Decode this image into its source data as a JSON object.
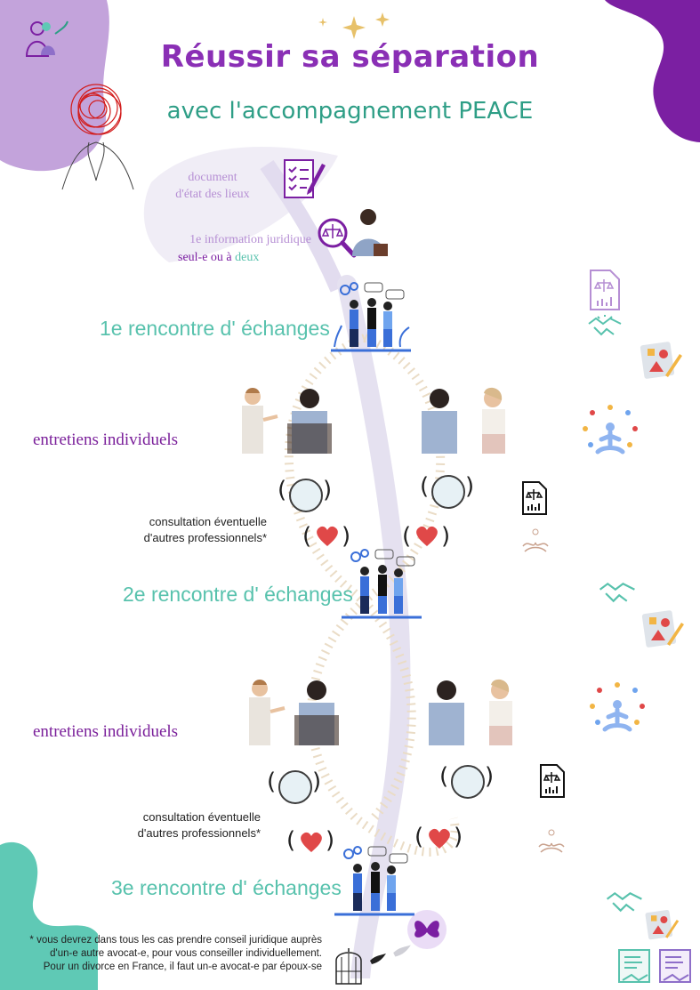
{
  "header": {
    "title": "Réussir sa séparation",
    "subtitle": "avec l'accompagnement PEACE"
  },
  "steps": {
    "document_line1": "document",
    "document_line2": "d'état des lieux",
    "info_line1": "1e information juridique",
    "info_line2_a": "seul-e ou à ",
    "info_line2_b": "deux",
    "meeting1": "1e rencontre d' échanges",
    "individual1": "entretiens individuels",
    "consult1_line1": "consultation éventuelle",
    "consult1_line2": "d'autres professionnels*",
    "meeting2": "2e rencontre d' échanges",
    "individual2": "entretiens individuels",
    "consult2_line1": "consultation éventuelle",
    "consult2_line2": "d'autres professionnels*",
    "meeting3": "3e rencontre d' échanges"
  },
  "footnote": {
    "line1": "* vous devrez dans tous les cas prendre conseil juridique auprès",
    "line2": "d'un-e autre avocat-e, pour vous conseiller individuellement.",
    "line3": "Pour un divorce en France, il faut un-e avocat-e par époux-se"
  },
  "colors": {
    "purple": "#8a2fb5",
    "teal": "#58c2ad",
    "lilac": "#b68fd4"
  },
  "icons": [
    "document-checklist-icon",
    "legal-search-icon",
    "scales-document-icon",
    "handshake-icon",
    "art-palette-icon",
    "meditation-icon",
    "lotus-icon",
    "heart-icon",
    "butterfly-icon",
    "dove-icon",
    "birdcage-icon",
    "contract-icon",
    "team-meeting-icon",
    "logo-icon"
  ]
}
